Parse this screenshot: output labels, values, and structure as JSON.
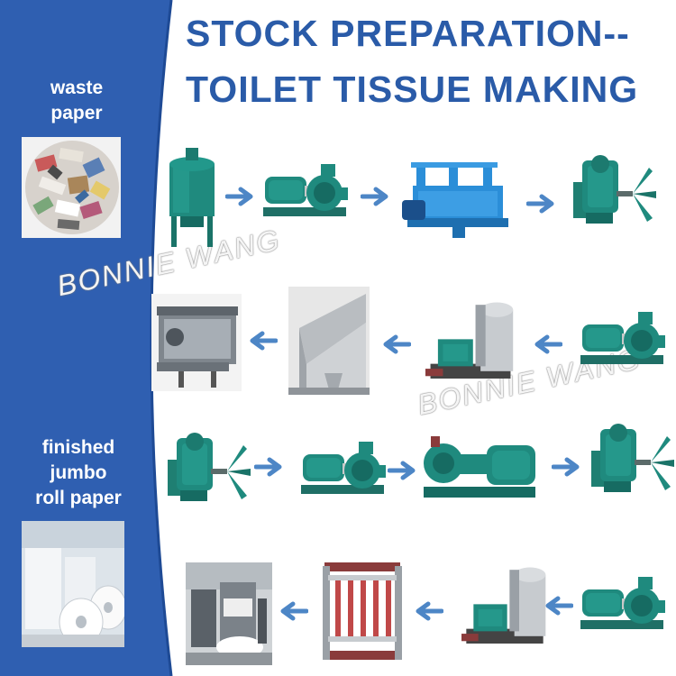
{
  "title": {
    "line1": "STOCK PREPARATION--",
    "line2": "TOILET TISSUE MAKING"
  },
  "sidebar": {
    "input_label_line1": "waste",
    "input_label_line2": "paper",
    "output_label_line1": "finished",
    "output_label_line2": "jumbo",
    "output_label_line3": "roll paper"
  },
  "watermarks": [
    "BONNIE WANG",
    "BONNIE WANG"
  ],
  "colors": {
    "sidebar_blue": "#2f5fb1",
    "title_blue": "#2a5ba8",
    "arrow_blue": "#4d86c6",
    "machine_green": "#1f8a7e",
    "machine_blue": "#2b8ed8"
  },
  "icons": [
    "arrow-right-icon",
    "arrow-left-icon"
  ]
}
